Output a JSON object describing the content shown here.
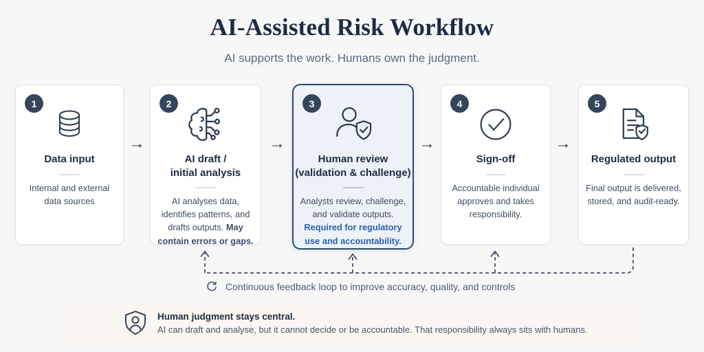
{
  "header": {
    "title": "AI-Assisted Risk Workflow",
    "subtitle": "AI supports the work. Humans own the judgment."
  },
  "steps": [
    {
      "number": "1",
      "icon": "database-icon",
      "title_lines": [
        "Data input"
      ],
      "description": "Internal and external data sources"
    },
    {
      "number": "2",
      "icon": "ai-brain-circuit-icon",
      "title_lines": [
        "AI draft /",
        "initial analysis"
      ],
      "description": "AI analyses data, identifies patterns, and drafts outputs.",
      "emphasis": "May contain errors or gaps."
    },
    {
      "number": "3",
      "icon": "person-shield-check-icon",
      "title_lines": [
        "Human review",
        "(validation & challenge)"
      ],
      "description": "Analysts review, challenge, and validate outputs.",
      "emphasis": "Required for regulatory use and accountability.",
      "highlighted": true
    },
    {
      "number": "4",
      "icon": "circle-check-icon",
      "title_lines": [
        "Sign-off"
      ],
      "description": "Accountable individual approves and takes responsibility."
    },
    {
      "number": "5",
      "icon": "document-shield-check-icon",
      "title_lines": [
        "Regulated output"
      ],
      "description": "Final output is delivered, stored, and audit-ready."
    }
  ],
  "connectors": {
    "arrow_glyph": "→"
  },
  "feedback": {
    "icon": "refresh-loop-icon",
    "label": "Continuous feedback loop to improve accuracy, quality, and controls"
  },
  "footer": {
    "icon": "shield-person-icon",
    "title": "Human judgment stays central.",
    "body": "AI can draft and analyse, but it cannot decide or be accountable. That responsibility always sits with humans."
  },
  "colors": {
    "page_bg": "#f7f7f8",
    "navy_ink": "#2e3e52",
    "highlight_card_bg": "#edf2f9",
    "highlight_card_border": "#2c4a70",
    "regulatory_blue": "#2a5fae",
    "banner_bg": "#faf6f1",
    "badge_bg": "#35455c"
  }
}
